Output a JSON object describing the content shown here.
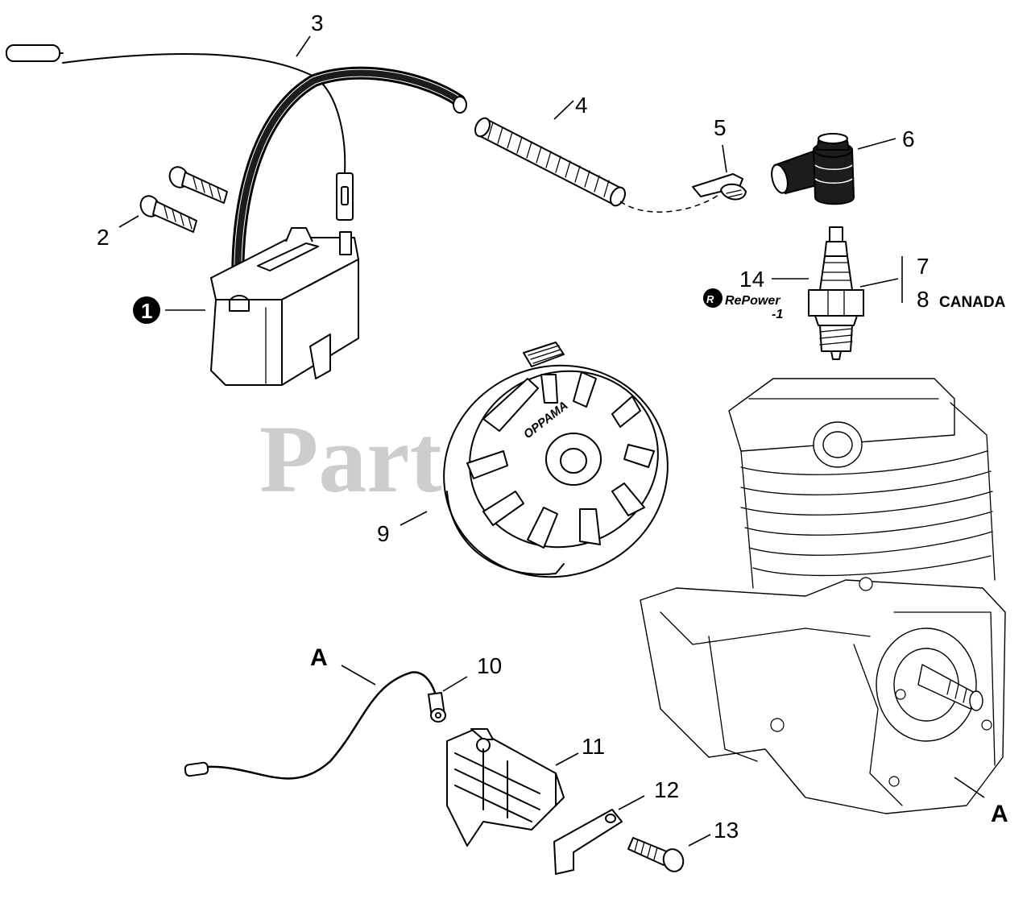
{
  "watermark": "PartsTree",
  "logo": {
    "text": "RePower",
    "icon": "repower-logo-icon"
  },
  "callouts": {
    "c1": "1",
    "c2": "2",
    "c3": "3",
    "c4": "4",
    "c5": "5",
    "c6": "6",
    "c7": "7",
    "c8": "8",
    "c8_note": "CANADA",
    "c9": "9",
    "c10": "10",
    "c11": "11",
    "c12": "12",
    "c13": "13",
    "c14": "14",
    "a_left": "A",
    "a_right": "A"
  },
  "flywheel_brand": "OPPAMA",
  "logo_suffix": "-1"
}
